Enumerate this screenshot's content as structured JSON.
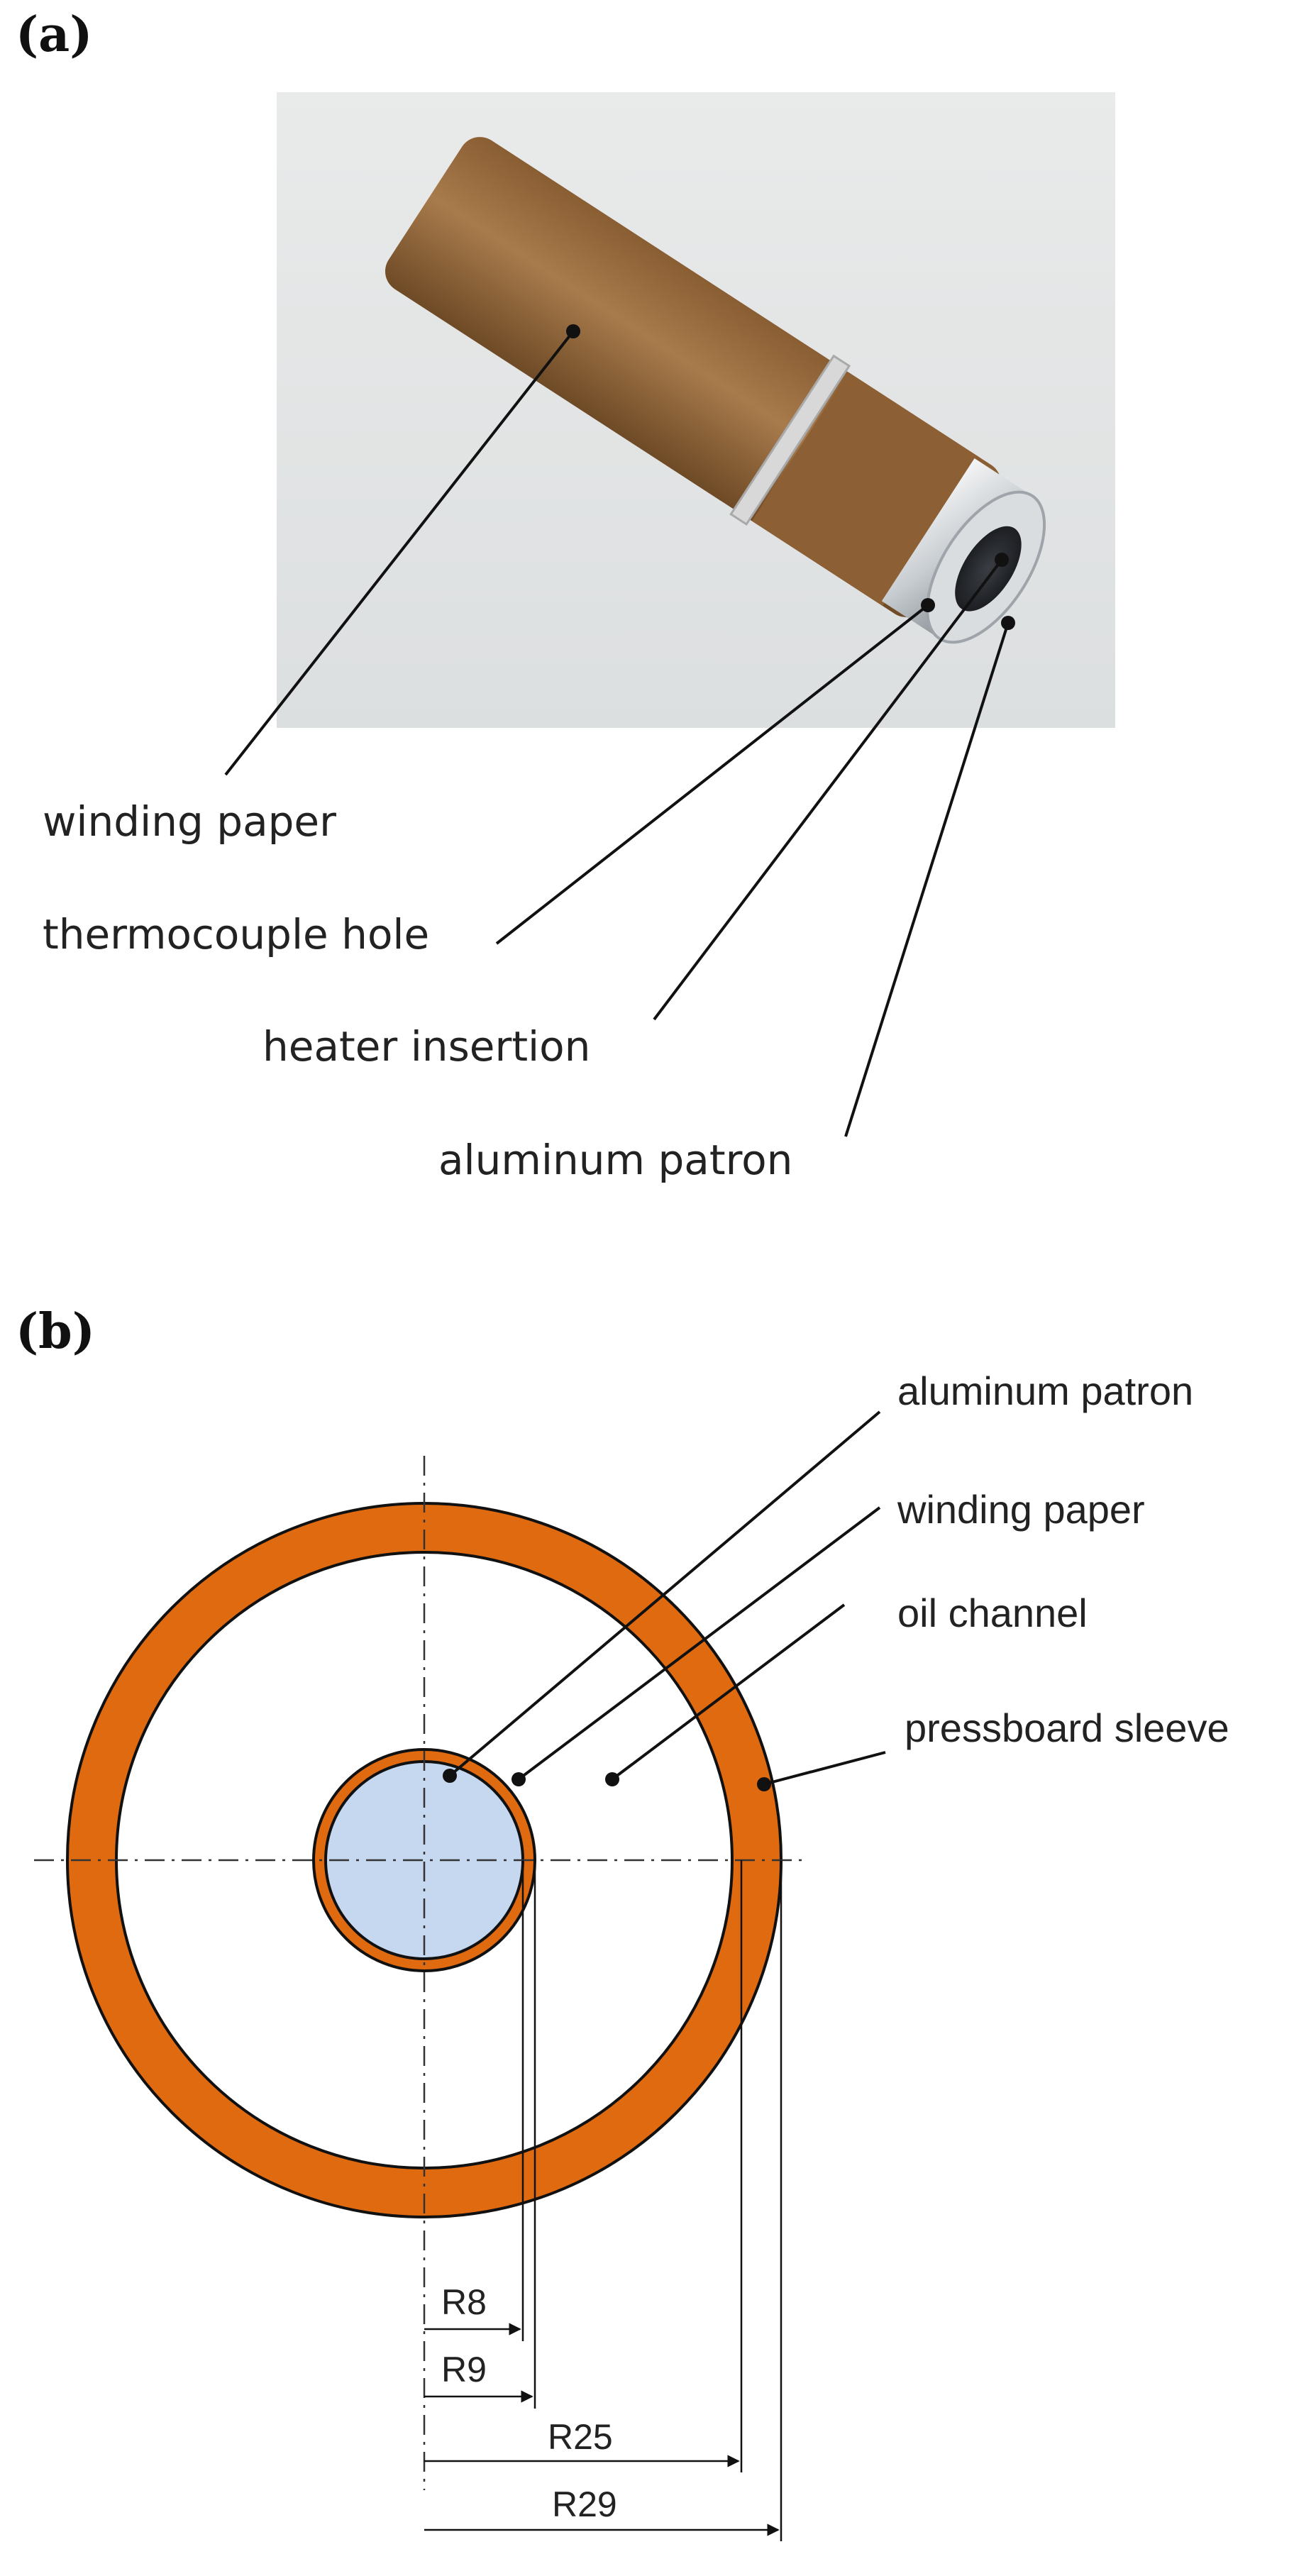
{
  "panel_a": {
    "label": "(a)",
    "labels": {
      "winding_paper": "winding paper",
      "thermocouple_hole": "thermocouple hole",
      "heater_insertion": "heater insertion",
      "aluminum_patron": "aluminum patron"
    }
  },
  "panel_b": {
    "label": "(b)",
    "labels": {
      "aluminum_patron": "aluminum patron",
      "winding_paper": "winding paper",
      "oil_channel": "oil channel",
      "pressboard_sleeve": "pressboard sleeve"
    },
    "dimensions": {
      "r8": "R8",
      "r9": "R9",
      "r25": "R25",
      "r29": "R29"
    },
    "colors": {
      "orange": "#e06a10",
      "core": "#c5d8f0",
      "outline": "#111111"
    }
  }
}
